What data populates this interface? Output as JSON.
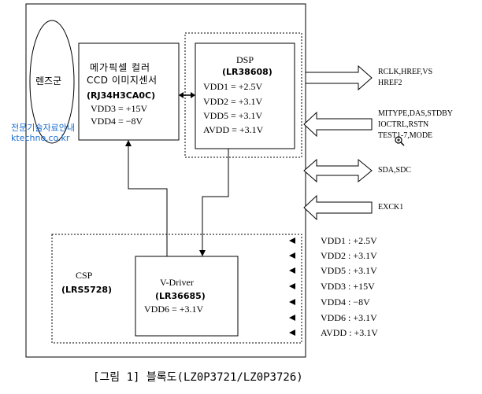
{
  "lens": {
    "label": "렌즈군"
  },
  "ccd": {
    "line1": "메가픽셀 컬러",
    "line2": "CCD 이미지센서",
    "part": "(RJ34H3CA0C)",
    "vdd3": "VDD3 = +15V",
    "vdd4": "VDD4 = −8V"
  },
  "watermark": {
    "line1": "전문기술자료안내",
    "line2": "ktechno.co.kr"
  },
  "dsp": {
    "title": "DSP",
    "part": "(LR38608)",
    "vdd1": "VDD1 = +2.5V",
    "vdd2": "VDD2 = +3.1V",
    "vdd5": "VDD5 = +3.1V",
    "avdd": "AVDD = +3.1V"
  },
  "csp": {
    "title": "CSP",
    "part": "(LRS5728)"
  },
  "vdriver": {
    "title": "V-Driver",
    "part": "(LR36685)",
    "vdd6": "VDD6 = +3.1V"
  },
  "signals": {
    "out1a": "RCLK,HREF,VS",
    "out1b": "HREF2",
    "in1a": "MITYPE,DAS,STDBY",
    "in1b": "IOCTRL,RSTN",
    "in1c": "TEST1-7,MODE",
    "bidir": "SDA,SDC",
    "in2": "EXCK1"
  },
  "power_pins": [
    "VDD1 : +2.5V",
    "VDD2 : +3.1V",
    "VDD5 : +3.1V",
    "VDD3 : +15V",
    "VDD4 : −8V",
    "VDD6 : +3.1V",
    "AVDD : +3.1V"
  ],
  "caption": "[그림 1] 블록도(LZ0P3721/LZ0P3726)"
}
